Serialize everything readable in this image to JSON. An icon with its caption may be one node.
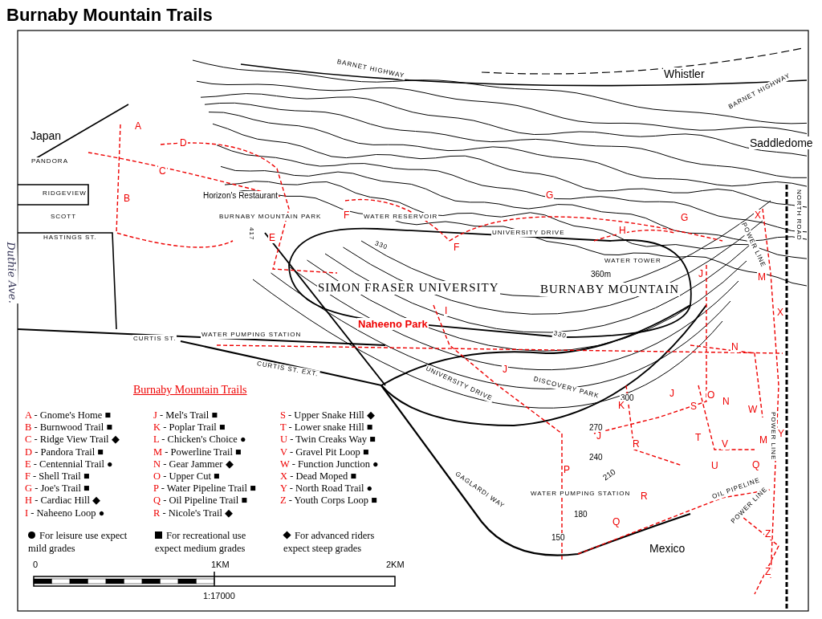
{
  "diagram": {
    "title": "Burnaby Mountain Trails",
    "labels": [
      "BARNET HIGHWAY",
      "Whistler",
      "BARNET HIGHWAY",
      "Japan",
      "Saddledome",
      "PANDORA",
      "RIDGEVIEW",
      "SCOTT",
      "HASTINGS ST.",
      "Duthie Ave.",
      "Horizon's Restaurant",
      "BURNABY MOUNTAIN PARK",
      "WATER RESERVOIR",
      "UNIVERSITY DRIVE",
      "417",
      "330",
      "WATER TOWER",
      "360m",
      "SIMON FRASER UNIVERSITY",
      "BURNABY MOUNTAIN",
      "Naheeno Park",
      "330",
      "WATER PUMPING STATION",
      "CURTIS ST.",
      "CURTIS ST. EXT.",
      "UNIVERSITY DRIVE",
      "DISCOVERY PARK",
      "NORTH ROAD",
      "POWER LINE",
      "POWER LINE",
      "300",
      "270",
      "240",
      "210",
      "180",
      "150",
      "GAGLARDI WAY",
      "WATER PUMPING STATION",
      "OIL PIPELINE",
      "POWER LINE",
      "Mexico",
      "A",
      "D",
      "C",
      "B",
      "E",
      "F",
      "F",
      "G",
      "G",
      "H",
      "X",
      "J",
      "M",
      "X",
      "I",
      "N",
      "J",
      "K",
      "O",
      "J",
      "S",
      "N",
      "W",
      "R",
      "J",
      "T",
      "V",
      "Y",
      "M",
      "U",
      "Q",
      "P",
      "R",
      "Q",
      "Z",
      "Z",
      "Burnaby Mountain Trails",
      "A - Gnome's Home ■",
      "B - Burnwood Trail ■",
      "C - Ridge View Trail ◆",
      "D - Pandora Trail ■",
      "E - Centennial Trail ●",
      "F - Shell Trail ■",
      "G - Joe's Trail ■",
      "H - Cardiac Hill ◆",
      "I - Naheeno Loop ●",
      "J - Mel's Trail ■",
      "K - Poplar Trail ■",
      "L - Chicken's Choice ●",
      "M - Powerline Trail ■",
      "N - Gear Jammer ◆",
      "O - Upper Cut ■",
      "P - Water Pipeline Trail ■",
      "Q - Oil Pipeline Trail ■",
      "R - Nicole's Trail ◆",
      "S - Upper Snake Hill ◆",
      "T - Lower snake Hill ■",
      "U - Twin Creaks Way ■",
      "V - Gravel Pit Loop ■",
      "W - Function Junction ●",
      "X - Dead Moped ■",
      "Y - North Road Trail ●",
      "Z - Youth Corps Loop ■",
      "0",
      "1KM",
      "2KM",
      "1:17000"
    ],
    "legend": [
      {
        "text": "For leisure use expect mild grades"
      },
      {
        "text": "For recreational use expect medium grades"
      },
      {
        "text": "For advanced riders expect steep grades"
      }
    ]
  }
}
